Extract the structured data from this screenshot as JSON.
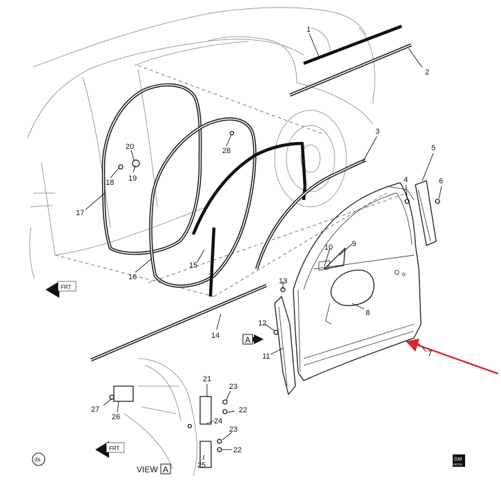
{
  "callouts": [
    {
      "label": "1"
    },
    {
      "label": "2"
    },
    {
      "label": "3"
    },
    {
      "label": "4"
    },
    {
      "label": "5"
    },
    {
      "label": "6"
    },
    {
      "label": "7"
    },
    {
      "label": "8"
    },
    {
      "label": "9"
    },
    {
      "label": "10"
    },
    {
      "label": "11"
    },
    {
      "label": "12"
    },
    {
      "label": "13"
    },
    {
      "label": "14"
    },
    {
      "label": "15"
    },
    {
      "label": "16"
    },
    {
      "label": "17"
    },
    {
      "label": "18"
    },
    {
      "label": "19"
    },
    {
      "label": "20"
    },
    {
      "label": "21"
    },
    {
      "label": "22"
    },
    {
      "label": "22"
    },
    {
      "label": "23"
    },
    {
      "label": "23"
    },
    {
      "label": "24"
    },
    {
      "label": "25"
    },
    {
      "label": "26"
    },
    {
      "label": "27"
    },
    {
      "label": "28"
    }
  ],
  "markers": {
    "view_ref": "A",
    "view_label": "VIEW",
    "front_label": "FRT"
  },
  "logos": {
    "left": "ds",
    "right_top": "GM",
    "right_bottom": "HOCK"
  },
  "colors": {
    "line": "#1a1a1a",
    "body": "#9a9a9a",
    "accent_arrow": "#d9262c"
  }
}
